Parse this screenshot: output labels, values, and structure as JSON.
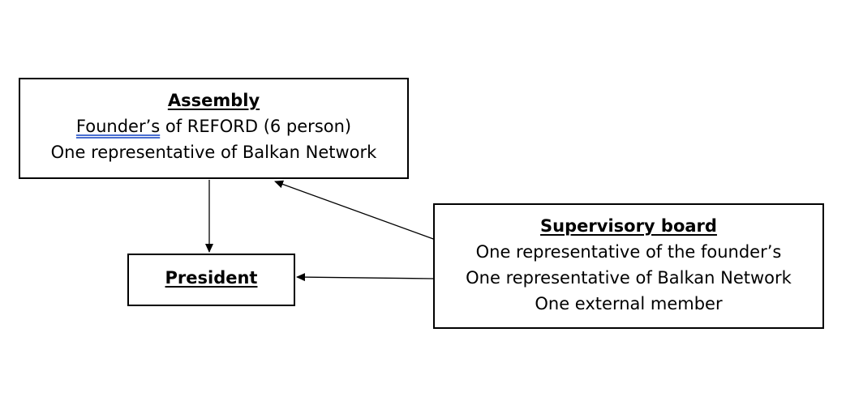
{
  "assembly": {
    "title": "Assembly",
    "line1_founders": "Founder’s",
    "line1_rest": " of REFORD (6 person)",
    "line2": "One representative of Balkan Network"
  },
  "president": {
    "title": "President"
  },
  "supervisory": {
    "title": "Supervisory board",
    "line1": "One representative of the founder’s",
    "line2": "One representative of Balkan Network",
    "line3": "One external member"
  },
  "colors": {
    "stroke": "#000000",
    "background": "#ffffff",
    "spellcheck_underline": "#4a6fd0"
  }
}
